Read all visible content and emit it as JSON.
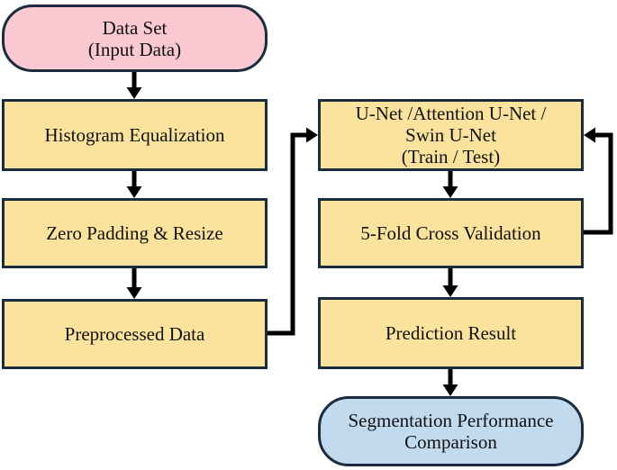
{
  "diagram": {
    "type": "flowchart",
    "nodes": {
      "data_set": {
        "label": "Data Set\n(Input Data)",
        "shape": "terminator",
        "role": "start"
      },
      "histogram_equalization": {
        "label": "Histogram Equalization",
        "shape": "process"
      },
      "zero_padding_resize": {
        "label": "Zero Padding & Resize",
        "shape": "process"
      },
      "preprocessed_data": {
        "label": "Preprocessed Data",
        "shape": "process"
      },
      "unet_models": {
        "label": "U-Net /Attention U-Net /\nSwin U-Net\n(Train / Test)",
        "shape": "process"
      },
      "cross_validation": {
        "label": "5-Fold Cross Validation",
        "shape": "process"
      },
      "prediction_result": {
        "label": "Prediction Result",
        "shape": "process"
      },
      "segmentation_comparison": {
        "label": "Segmentation Performance\nComparison",
        "shape": "terminator",
        "role": "end"
      }
    },
    "edges": [
      {
        "from": "data_set",
        "to": "histogram_equalization"
      },
      {
        "from": "histogram_equalization",
        "to": "zero_padding_resize"
      },
      {
        "from": "zero_padding_resize",
        "to": "preprocessed_data"
      },
      {
        "from": "preprocessed_data",
        "to": "unet_models"
      },
      {
        "from": "unet_models",
        "to": "cross_validation"
      },
      {
        "from": "cross_validation",
        "to": "unet_models",
        "note": "feedback loop"
      },
      {
        "from": "cross_validation",
        "to": "prediction_result"
      },
      {
        "from": "prediction_result",
        "to": "segmentation_comparison"
      }
    ],
    "colors": {
      "process_fill": "#FBE39E",
      "process_border": "#1A2C3D",
      "start_fill": "#F9C8D1",
      "end_fill": "#C2DAEE",
      "arrow_color": "#000000",
      "text_color": "#111111",
      "background": "#FFFFFF"
    }
  }
}
